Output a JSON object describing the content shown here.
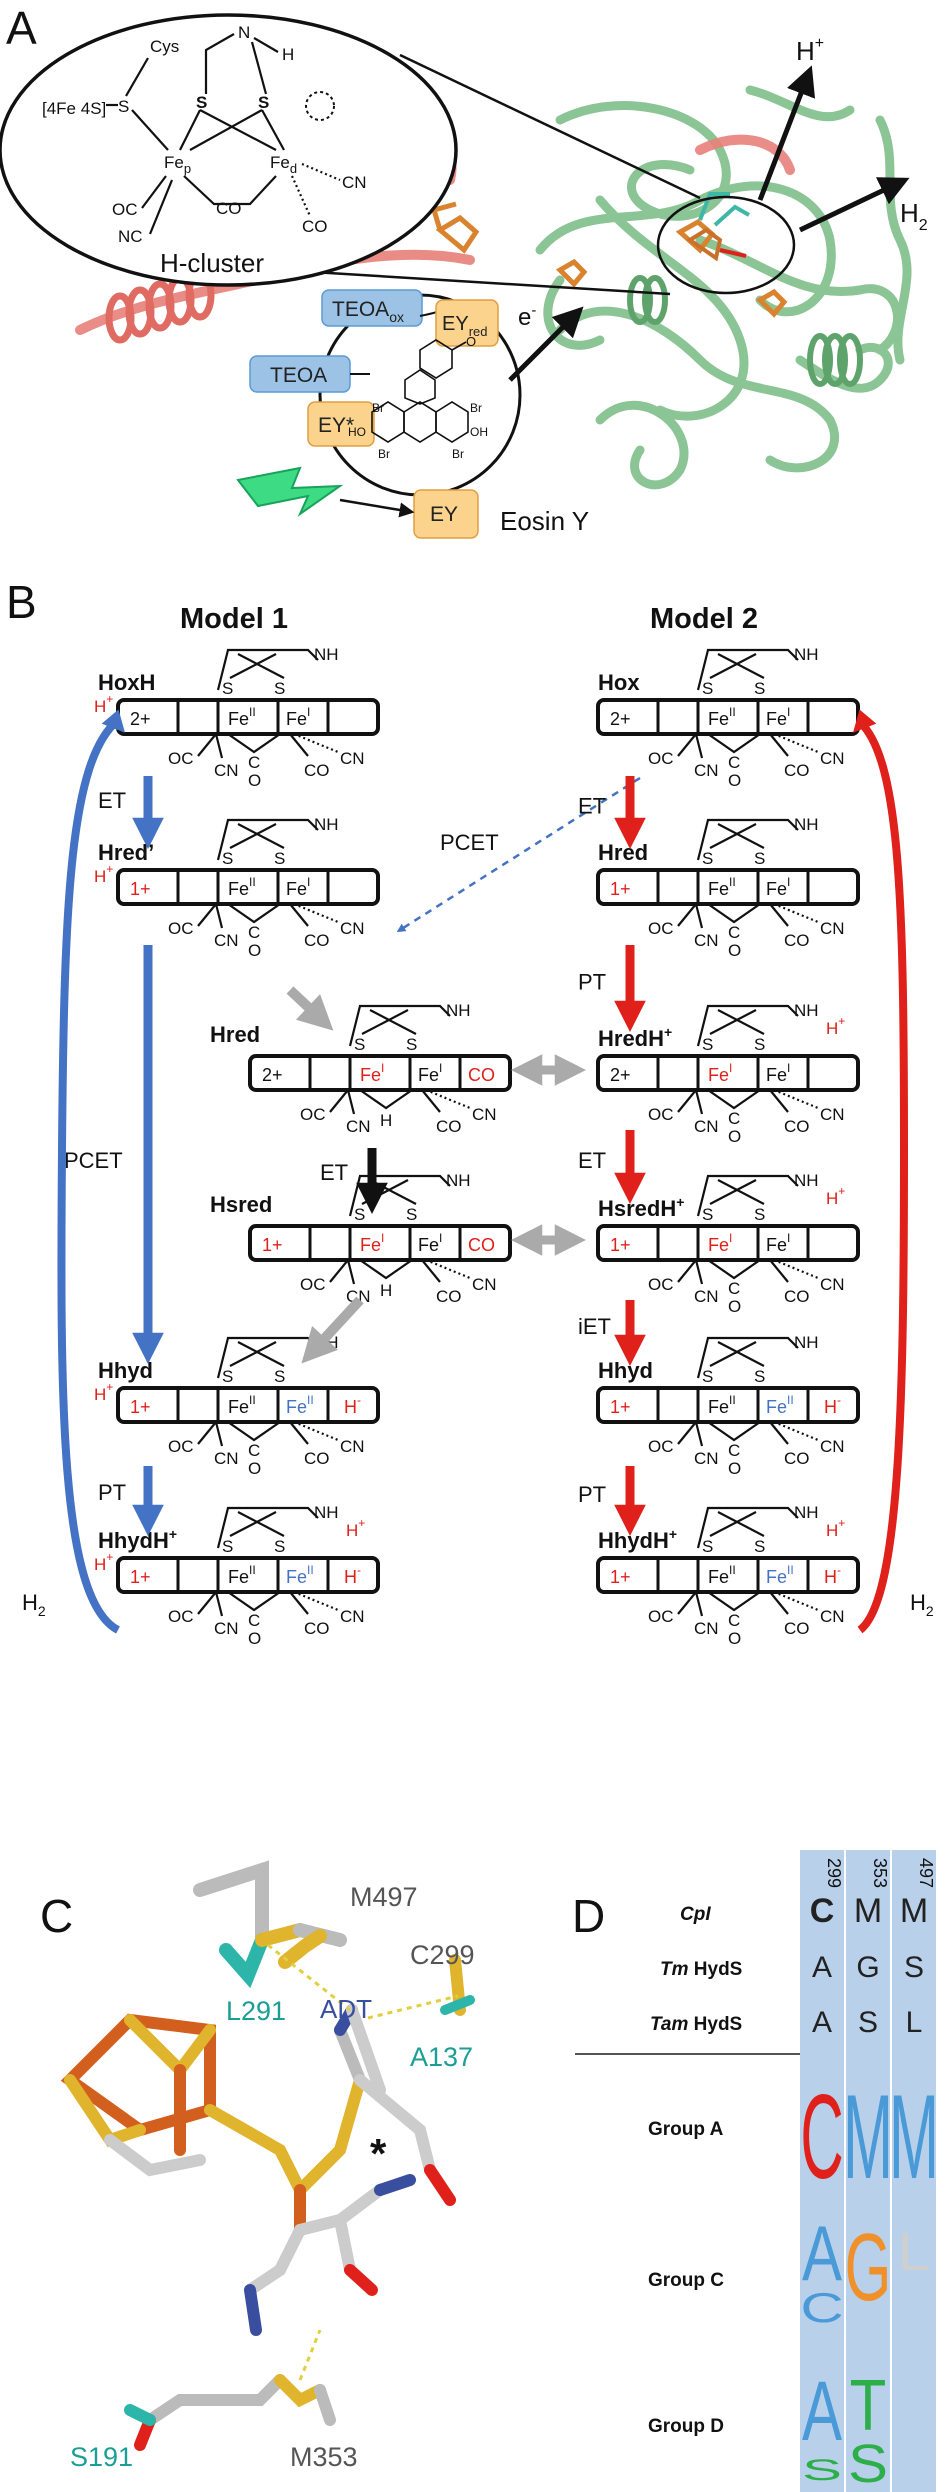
{
  "panels": {
    "a": "A",
    "b": "B",
    "c": "C",
    "d": "D"
  },
  "panel_a": {
    "h_cluster_label": "H-cluster",
    "cys": "Cys",
    "fe4s4": "[4Fe 4S]",
    "n_h": "N",
    "h": "H",
    "s": "S",
    "fep": "Fe",
    "fep_sub": "p",
    "fed": "Fe",
    "fed_sub": "d",
    "oc": "OC",
    "nc": "NC",
    "co": "CO",
    "cn": "CN",
    "h_plus": "H",
    "h_plus_sup": "+",
    "h2": "H",
    "h2_sub": "2",
    "e_minus": "e",
    "e_sup": "-",
    "teoa_ox": "TEOA",
    "teoa_ox_sub": "ox",
    "teoa": "TEOA",
    "ey_red": "EY",
    "ey_red_sub": "red",
    "ey_star": "EY*",
    "ey": "EY",
    "eosin_y": "Eosin Y",
    "br": "Br",
    "ho": "HO",
    "oh": "OH",
    "o": "O"
  },
  "panel_b": {
    "model1": "Model 1",
    "model2": "Model 2",
    "states_m1": [
      "HoxH",
      "Hred’",
      "Hhyd",
      "HhydH+"
    ],
    "states_center": [
      "Hred",
      "Hsred"
    ],
    "states_m2": [
      "Hox",
      "Hred",
      "HredH+",
      "HsredH+",
      "Hhyd",
      "HhydH+"
    ],
    "steps_m1": [
      "ET",
      "PCET",
      "PT"
    ],
    "steps_center": [
      "ET"
    ],
    "steps_m2": [
      "ET",
      "PT",
      "ET",
      "iET",
      "PT"
    ],
    "pcet_cross": "PCET",
    "h2": "H",
    "h2_sub": "2",
    "nh": "NH",
    "s": "S",
    "cells": {
      "ox": "2+",
      "red": "1+",
      "fe2": "Fe",
      "fe2_sup": "II",
      "fe1": "Fe",
      "fe1_sup": "I",
      "co_cell": "CO",
      "hydride": "H",
      "hydride_sup": "-",
      "hplus": "H",
      "hplus_sup": "+"
    },
    "ligands": {
      "oc": "OC",
      "cn": "CN",
      "co": "C",
      "o": "O",
      "h": "H"
    }
  },
  "panel_c": {
    "residues": [
      "M497",
      "C299",
      "L291",
      "A137",
      "ADT",
      "S191",
      "M353"
    ],
    "asterisk": "*"
  },
  "panel_d": {
    "columns": [
      "299",
      "353",
      "497"
    ],
    "rows": [
      {
        "label": "CpI",
        "letters": [
          "C",
          "M",
          "M"
        ]
      },
      {
        "label": "Tm HydS",
        "letters": [
          "A",
          "G",
          "S"
        ]
      },
      {
        "label": "Tam HydS",
        "letters": [
          "A",
          "S",
          "L"
        ]
      }
    ],
    "groups": [
      "Group A",
      "Group C",
      "Group D"
    ],
    "logo": {
      "group_a": [
        "C",
        "M",
        "M"
      ],
      "group_c": [
        "A",
        "C",
        "G",
        "L"
      ],
      "group_d": [
        "A",
        "S",
        "T",
        "S"
      ]
    }
  },
  "colors": {
    "model1_arrow": "#4472c4",
    "model2_arrow": "#e0201b",
    "grey_arrow": "#aaaaaa",
    "protein_green": "#7fbf8a",
    "protein_red": "#e8807a",
    "logo_bg": "#b9d0ea",
    "logo_c": "#e0201b",
    "logo_m": "#4a9ad8",
    "logo_a": "#4a9ad8",
    "logo_g": "#f0902a",
    "logo_t": "#2cae49",
    "logo_s": "#2cae49"
  }
}
